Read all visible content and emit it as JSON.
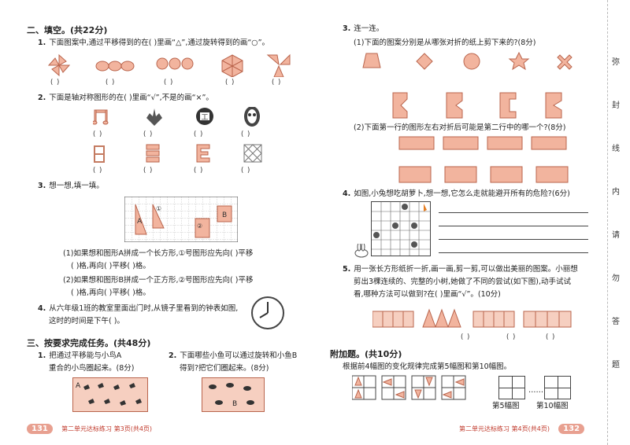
{
  "left": {
    "section2_title": "二、填空。(共22分)",
    "q1_num": "1.",
    "q1_text": "下面图案中,通过平移得到的在(    )里画“△”,通过旋转得到的画“○”。",
    "paren": "(    )",
    "q2_num": "2.",
    "q2_text": "下面是轴对称图形的在(    )里画“√”,不是的画“×”。",
    "q3_num": "3.",
    "q3_text": "想一想,填一填。",
    "grid_label_a": "A",
    "grid_label_b": "B",
    "grid_label_1": "①",
    "grid_label_2": "②",
    "q3_1a": "(1)如果想和图形A拼成一个长方形,①号图形应先向(      )平移",
    "q3_1b": "(      )格,再向(      )平移(      )格。",
    "q3_2a": "(2)如果想和图形B拼成一个正方形,②号图形应先向(      )平移",
    "q3_2b": "(      )格,再向(      )平移(      )格。",
    "q4_num": "4.",
    "q4_text_a": "从六年级1班的教室里面出门时,从镜子里看到的钟表如图,",
    "q4_text_b": "这时的时间是下午(        )。",
    "section3_title": "三、按要求完成任务。(共48分)",
    "s3_q1_num": "1.",
    "s3_q1_a": "把通过平移能与小鸟A",
    "s3_q1_b": "重合的小鸟圈起来。(8分)",
    "s3_q2_num": "2.",
    "s3_q2_a": "下面哪些小鱼可以通过旋转和小鱼B",
    "s3_q2_b": "得到?把它们圈起来。(8分)",
    "bird_a": "A",
    "fish_b": "B",
    "footer_num": "131",
    "footer_text": "第二单元达标练习 第3页(共4页)"
  },
  "right": {
    "q3_num": "3.",
    "q3_text": "连一连。",
    "q3_1": "(1)下面的图案分别是从哪张对折的纸上剪下来的?(8分)",
    "q3_2": "(2)下面第一行的图形左右对折后可能是第二行中的哪一个?(8分)",
    "q4_num": "4.",
    "q4_text": "如图,小兔想吃胡萝卜,想一想,它怎么走就能避开所有的危险?(6分)",
    "q5_num": "5.",
    "q5_a": "用一张长方形纸折一折,画一画,剪一剪,可以做出美丽的图案。小丽想",
    "q5_b": "剪出3棵连续的、完整的小树,她做了不同的尝试(如下图),动手试试",
    "q5_c": "看,哪种方法可以做到?在(    )里画“√”。(10分)",
    "paren": "(    )",
    "extra_title": "附加题。(共10分)",
    "extra_text": "根据前4幅图的变化规律完成第5幅图和第10幅图。",
    "fig5": "第5幅图",
    "fig10": "第10幅图",
    "dots": "……",
    "footer_text": "第二单元达标练习 第4页(共4页)",
    "footer_num": "132"
  },
  "side": {
    "chars": [
      "弥",
      "封",
      "线",
      "内",
      "请",
      "勿",
      "答",
      "题"
    ]
  }
}
